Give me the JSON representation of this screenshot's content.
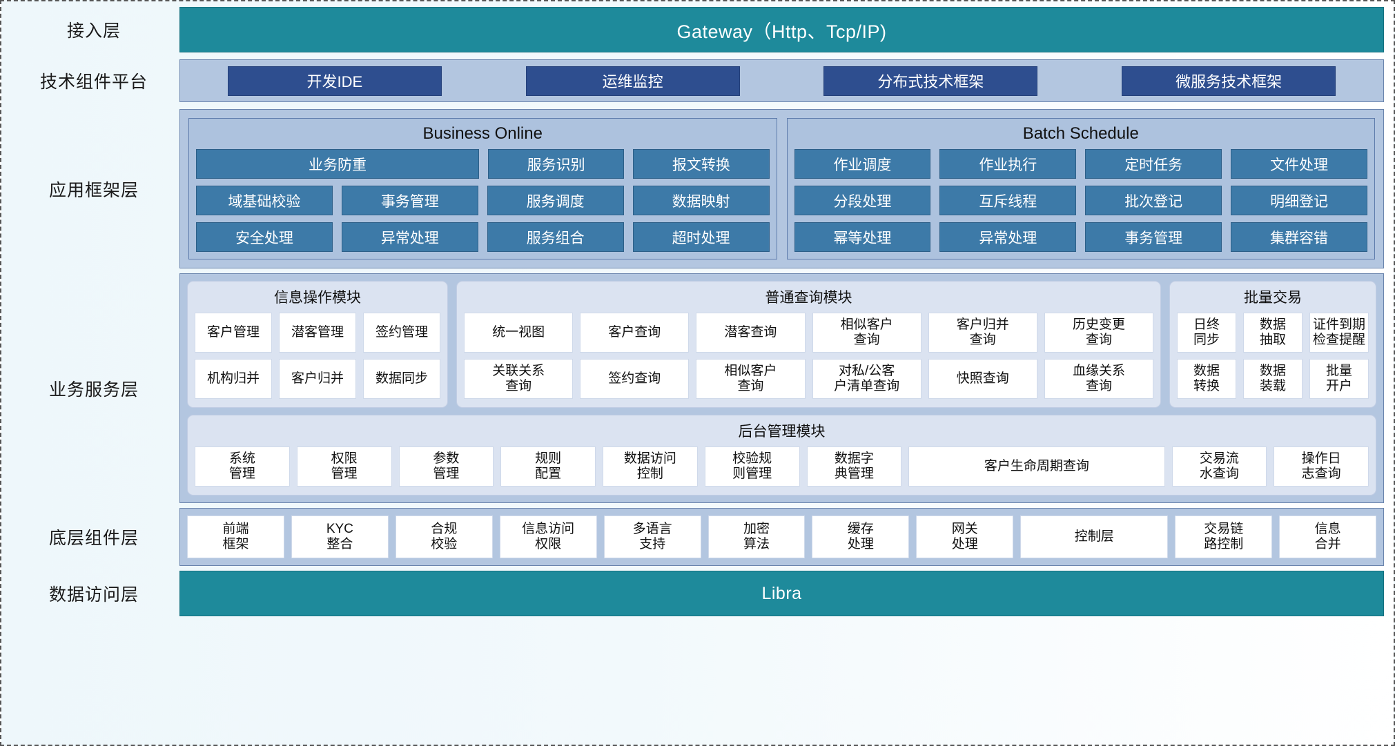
{
  "layers": {
    "access": {
      "label": "接入层",
      "bar": "Gateway（Http、Tcp/IP)"
    },
    "tech": {
      "label": "技术组件平台",
      "chips": [
        "开发IDE",
        "运维监控",
        "分布式技术框架",
        "微服务技术框架"
      ]
    },
    "app": {
      "label": "应用框架层",
      "groups": [
        {
          "title": "Business Online",
          "rows": [
            [
              "业务防重",
              "服务识别",
              "报文转换"
            ],
            [
              "域基础校验",
              "事务管理",
              "服务调度",
              "数据映射"
            ],
            [
              "安全处理",
              "异常处理",
              "服务组合",
              "超时处理"
            ]
          ]
        },
        {
          "title": "Batch Schedule",
          "rows": [
            [
              "作业调度",
              "作业执行",
              "定时任务",
              "文件处理"
            ],
            [
              "分段处理",
              "互斥线程",
              "批次登记",
              "明细登记"
            ],
            [
              "幂等处理",
              "异常处理",
              "事务管理",
              "集群容错"
            ]
          ]
        }
      ]
    },
    "biz": {
      "label": "业务服务层",
      "modules": [
        {
          "title": "信息操作模块",
          "rows": [
            [
              "客户管理",
              "潜客管理",
              "签约管理"
            ],
            [
              "机构归并",
              "客户归并",
              "数据同步"
            ]
          ]
        },
        {
          "title": "普通查询模块",
          "rows": [
            [
              "统一视图",
              "客户查询",
              "潜客查询",
              "相似客户\n查询",
              "客户归并\n查询",
              "历史变更\n查询"
            ],
            [
              "关联关系\n查询",
              "签约查询",
              "相似客户\n查询",
              "对私/公客\n户清单查询",
              "快照查询",
              "血缘关系\n查询"
            ]
          ]
        },
        {
          "title": "批量交易",
          "rows": [
            [
              "日终\n同步",
              "数据\n抽取",
              "证件到期\n检查提醒"
            ],
            [
              "数据\n转换",
              "数据\n装载",
              "批量\n开户"
            ]
          ]
        }
      ],
      "backoffice": {
        "title": "后台管理模块",
        "cells": [
          "系统\n管理",
          "权限\n管理",
          "参数\n管理",
          "规则\n配置",
          "数据访问\n控制",
          "校验规\n则管理",
          "数据字\n典管理",
          "客户生命周期查询",
          "交易流\n水查询",
          "操作日\n志查询"
        ]
      }
    },
    "component": {
      "label": "底层组件层",
      "cells": [
        "前端\n框架",
        "KYC\n整合",
        "合规\n校验",
        "信息访问\n权限",
        "多语言\n支持",
        "加密\n算法",
        "缓存\n处理",
        "网关\n处理",
        "控制层",
        "交易链\n路控制",
        "信息\n合并"
      ]
    },
    "data": {
      "label": "数据访问层",
      "bar": "Libra"
    }
  },
  "colors": {
    "teal": "#1e8a9b",
    "panel_blue": "#b3c6e0",
    "chip_navy": "#2e4e8f",
    "chip_steel": "#3d7aa8",
    "module_bg": "#dbe3f1"
  }
}
